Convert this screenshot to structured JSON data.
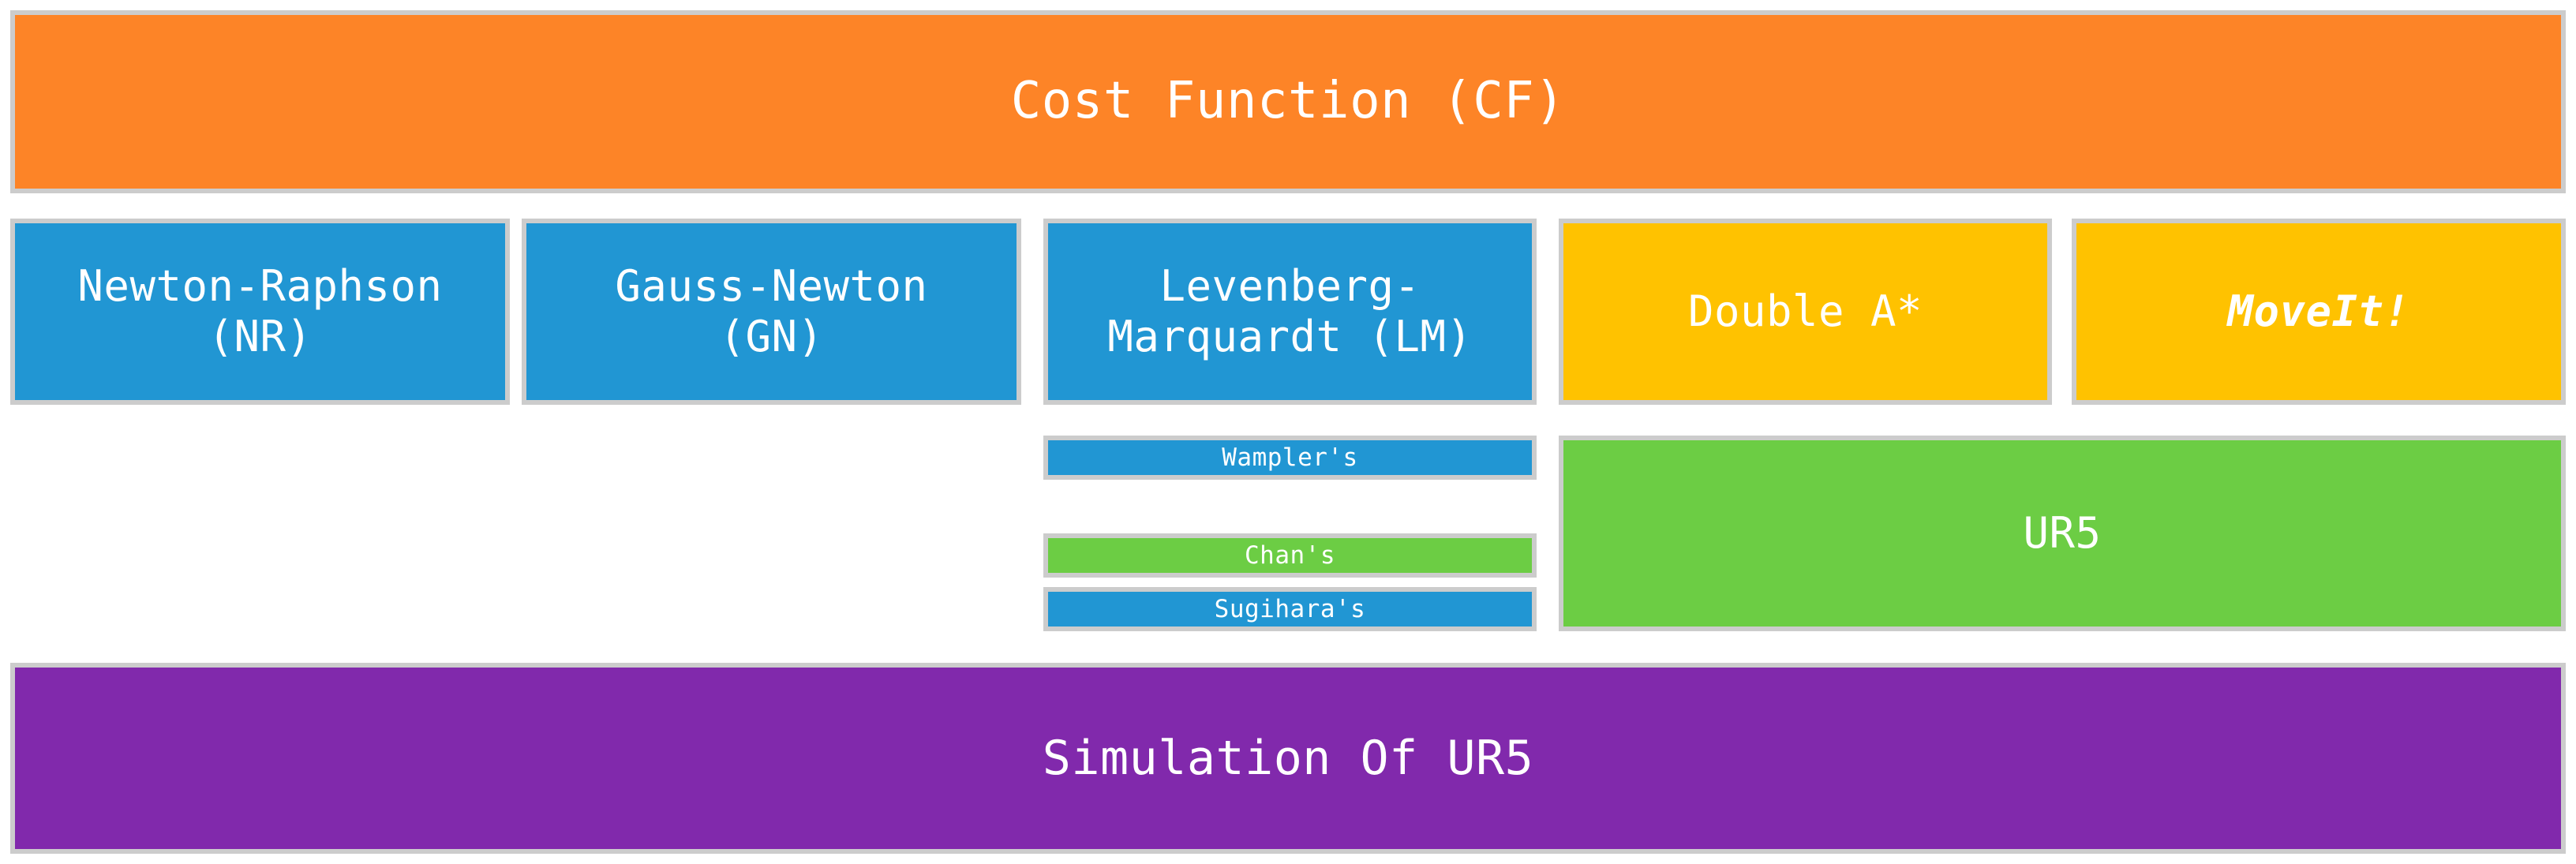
{
  "diagram": {
    "title": "Cost Function (CF)",
    "colors": {
      "banner": "#FD8427",
      "method_numeric": "#2196D3",
      "method_planner": "#FFC200",
      "robot": "#6CCD44",
      "footer": "#8129AC",
      "border": "#CCCCCC",
      "text": "#FFFFFF",
      "background": "#FFFFFF"
    },
    "banner": {
      "label": "Cost Function (CF)",
      "color": "#FD8427"
    },
    "methods": [
      {
        "label": "Newton-Raphson\n(NR)",
        "color": "#2196D3",
        "style": "normal"
      },
      {
        "label": "Gauss-Newton\n(GN)",
        "color": "#2196D3",
        "style": "normal"
      },
      {
        "label": "Levenberg-\nMarquardt (LM)",
        "color": "#2196D3",
        "style": "normal"
      },
      {
        "label": "Double A*",
        "color": "#FFC200",
        "style": "normal"
      },
      {
        "label": "MoveIt!",
        "color": "#FFC200",
        "style": "italic"
      }
    ],
    "damping_variants": [
      {
        "label": "Wampler's",
        "color": "#2196D3"
      },
      {
        "label": "Chan's",
        "color": "#6CCD44"
      },
      {
        "label": "Sugihara's",
        "color": "#2196D3"
      }
    ],
    "robot": {
      "label": "UR5",
      "color": "#6CCD44"
    },
    "footer": {
      "label": "Simulation Of UR5",
      "color": "#8129AC"
    }
  }
}
